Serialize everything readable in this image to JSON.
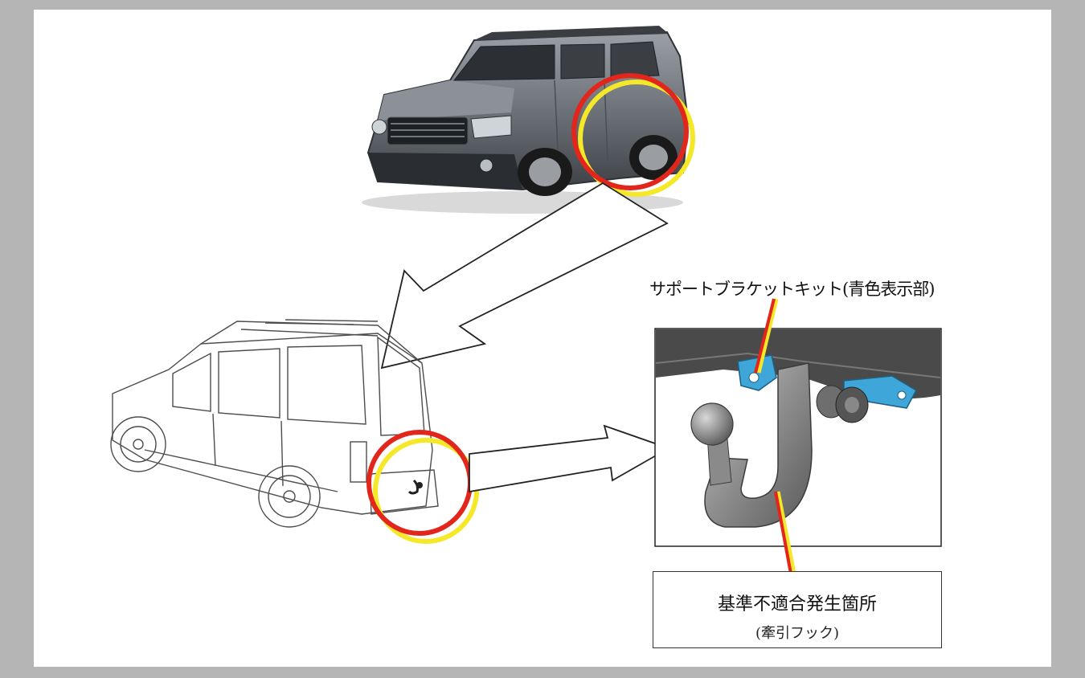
{
  "labels": {
    "support_bracket": "サポートブラケットキット(青色表示部)",
    "defect_location": "基準不適合発生箇所",
    "defect_part": "(牽引フック)"
  },
  "colors": {
    "background": "#b5b5b5",
    "highlight_ring": "#e2261c",
    "ring_shadow": "#f5e829",
    "bracket_blue": "#3ea6d8",
    "vehicle_body": "#7b8086"
  },
  "icons": {
    "vehicle_photo": "suv-photo-icon",
    "vehicle_line_drawing": "suv-rear-line-drawing-icon",
    "tow_hook_detail": "tow-hook-detail-icon",
    "pointer_arrow": "hollow-arrow-icon"
  }
}
